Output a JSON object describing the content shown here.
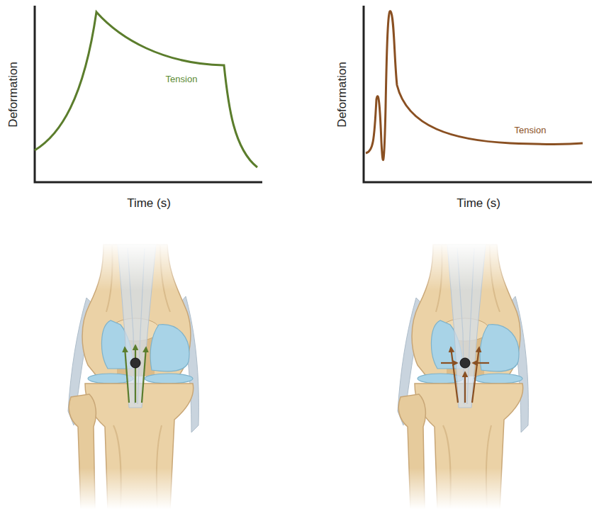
{
  "diagram": {
    "labels": [
      "Deformation",
      "Tension",
      "Time (s)",
      "Deformation",
      "Tension",
      "Time (s)"
    ]
  }
}
